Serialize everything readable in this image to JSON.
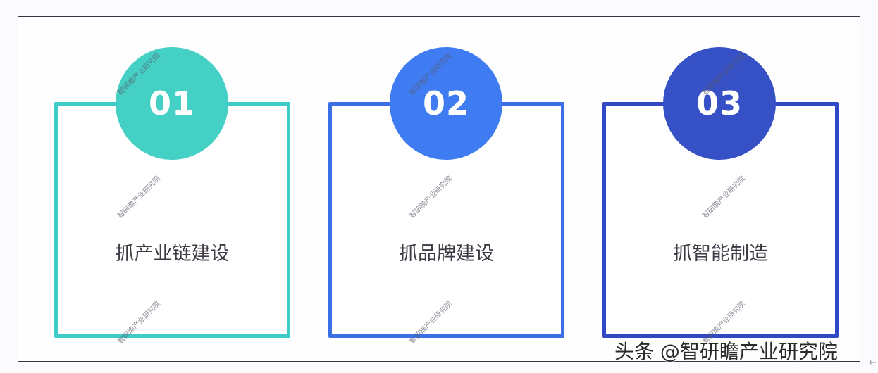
{
  "cards": [
    {
      "number": "01",
      "label": "抓产业链建设",
      "color": "#45d0c6",
      "border": "#3fcbc9"
    },
    {
      "number": "02",
      "label": "抓品牌建设",
      "color": "#3f7cf1",
      "border": "#3b6fe6"
    },
    {
      "number": "03",
      "label": "抓智能制造",
      "color": "#3651c6",
      "border": "#3048c4"
    }
  ],
  "watermark": "智研瞻产业研究院",
  "footer": {
    "text": "头条 @智研瞻产业研究院"
  },
  "icons": {
    "corner_arrow": "arrow-left-icon"
  }
}
